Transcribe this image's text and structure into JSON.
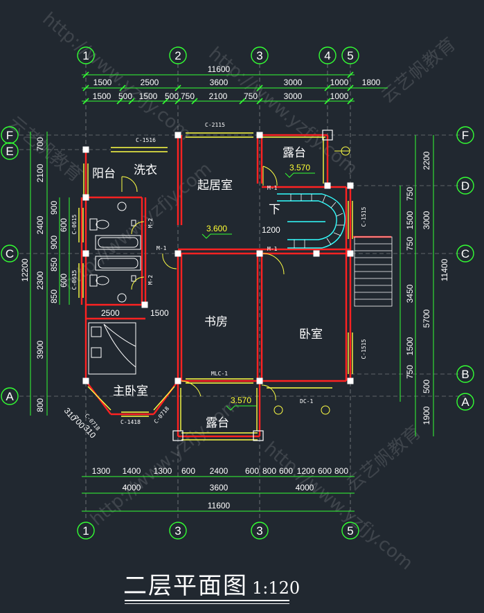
{
  "title": {
    "name": "二层平面图",
    "scale": "1:120"
  },
  "axes": {
    "top": [
      "1",
      "2",
      "3",
      "4",
      "5"
    ],
    "bottom": [
      "1",
      "3",
      "3",
      "5"
    ],
    "left": [
      "F",
      "E",
      "C",
      "A"
    ],
    "right": [
      "F",
      "D",
      "C",
      "B",
      "A"
    ]
  },
  "dims_top": {
    "overall": "11600",
    "row1": [
      "1500",
      "2500",
      "3600",
      "3000",
      "1000",
      "1800"
    ],
    "row2": [
      "1500",
      "500",
      "1500",
      "500",
      "750",
      "2100",
      "750",
      "3000",
      "1000"
    ]
  },
  "dims_bottom": {
    "row1": [
      "1300",
      "1400",
      "1300",
      "600",
      "2400",
      "600",
      "800",
      "600",
      "1200",
      "600",
      "800"
    ],
    "row2": [
      "4000",
      "3600",
      "4000"
    ],
    "overall": "11600"
  },
  "dims_left": {
    "outer": [
      "700",
      "2100",
      "2400",
      "2300",
      "3900",
      "800"
    ],
    "overall": "12200",
    "inner": [
      "900",
      "600",
      "900",
      "850",
      "600",
      "850"
    ],
    "sub": [
      "310",
      "700",
      "310"
    ]
  },
  "dims_right": {
    "outer": [
      "2200",
      "3000",
      "5700",
      "1900"
    ],
    "overall": "11400",
    "inner": [
      "750",
      "1500",
      "750",
      "3450",
      "1500",
      "750",
      "500"
    ]
  },
  "rooms": {
    "balcony": "阳台",
    "laundry": "洗衣",
    "living": "起居室",
    "terrace_top": "露台",
    "down": "下",
    "study": "书房",
    "bedroom": "卧室",
    "master": "主卧室",
    "terrace_bottom": "露台"
  },
  "levels": {
    "living": "3.600",
    "terrace_top": "3.570",
    "terrace_bottom": "3.570"
  },
  "tags": {
    "c2115": "C-2115",
    "c1516_top": "C-1516",
    "c0615a": "C-0615",
    "c0615b": "C-0615",
    "c1515a": "C-1515",
    "c1515b": "C-1515",
    "m2a": "M-2",
    "m2b": "M-2",
    "m1a": "M-1",
    "m1b": "M-1",
    "m1c": "M-1",
    "mlc1": "MLC-1",
    "dc1": "DC-1",
    "c0718a": "C-0718",
    "c0718b": "C-0718",
    "c1418": "C-1418",
    "stair": "1200"
  },
  "misc": {
    "dim_1500_mid": "1500",
    "dim_2500_mid": "2500"
  },
  "watermarks": [
    "http://www.yzfjy.com",
    "云艺帆教育"
  ],
  "colors": {
    "wall": "#ff2222",
    "window": "#ffff44",
    "dim": "#33ff33",
    "stair": "#33ffff",
    "bg": "#212830"
  }
}
